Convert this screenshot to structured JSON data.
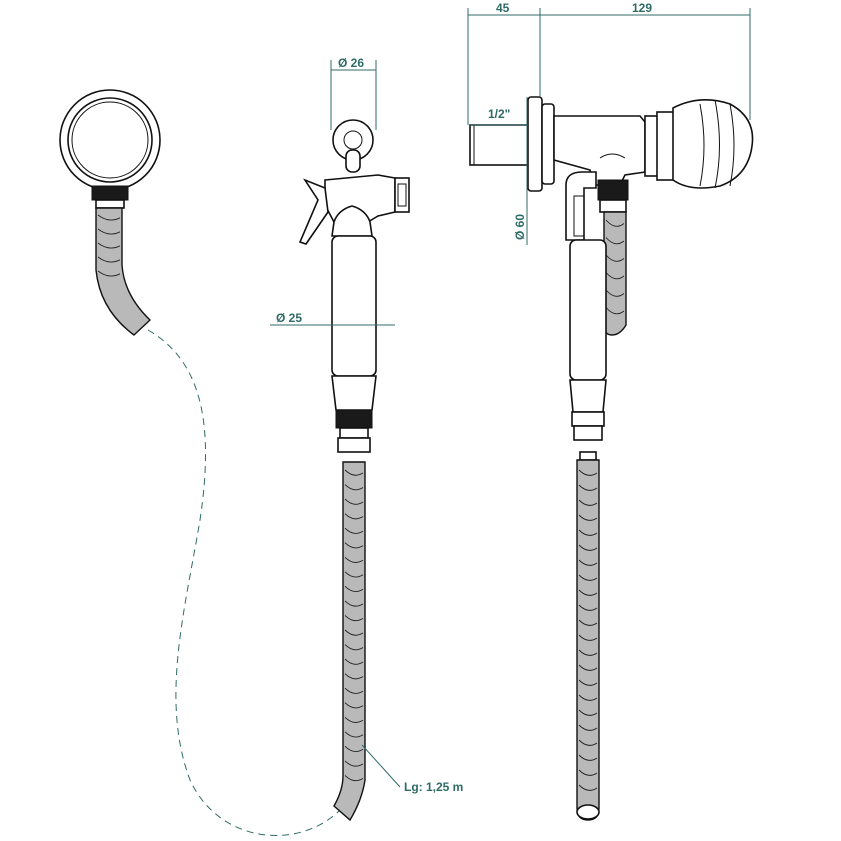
{
  "dimensions": {
    "d_26": "Ø 26",
    "d_25": "Ø 25",
    "len_45": "45",
    "len_129": "129",
    "thread": "1/2\"",
    "d_60": "Ø 60",
    "hose_length": "Lg: 1,25 m"
  },
  "colors": {
    "dimension": "#2f6b66",
    "outline": "#111111",
    "hose_fill": "#b9b9b9"
  },
  "hose_rib_count": 22
}
